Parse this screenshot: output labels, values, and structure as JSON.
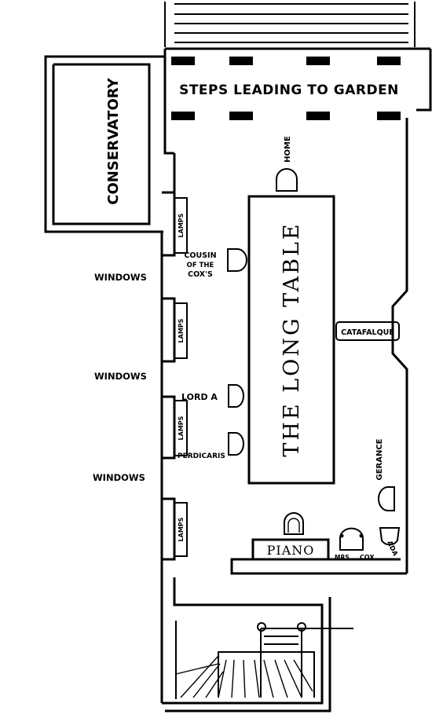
{
  "labels": {
    "steps": "STEPS LEADING TO GARDEN",
    "conservatory": "CONSERVATORY",
    "home": "HOME",
    "long_table": "THE LONG TABLE",
    "cousin": [
      "COUSIN",
      "OF THE",
      "COX'S"
    ],
    "catafalque": "CATAFALQUE",
    "lord_a": "LORD A",
    "perdicaris": "PERDICARIS",
    "gerance": "GERANCE",
    "piano": "PIANO",
    "mrs": "MRS",
    "cox": "COX",
    "ada": "ADA",
    "windows": [
      "WINDOWS",
      "WINDOWS",
      "WINDOWS"
    ],
    "lamps": [
      "LAMPS",
      "LAMPS",
      "LAMPS",
      "LAMPS"
    ]
  }
}
